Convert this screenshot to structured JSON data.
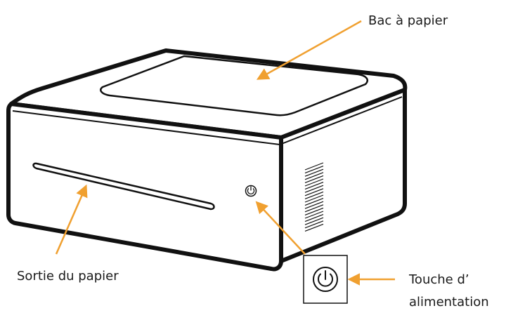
{
  "labels": {
    "paper_tray": "Bac à papier",
    "paper_output": "Sortie du papier",
    "power_button_line1": "Touche d’",
    "power_button_line2": "alimentation"
  },
  "colors": {
    "arrow": "#f0a030",
    "outline": "#111111",
    "body": "#ffffff"
  },
  "icons": {
    "power": "power-icon"
  }
}
